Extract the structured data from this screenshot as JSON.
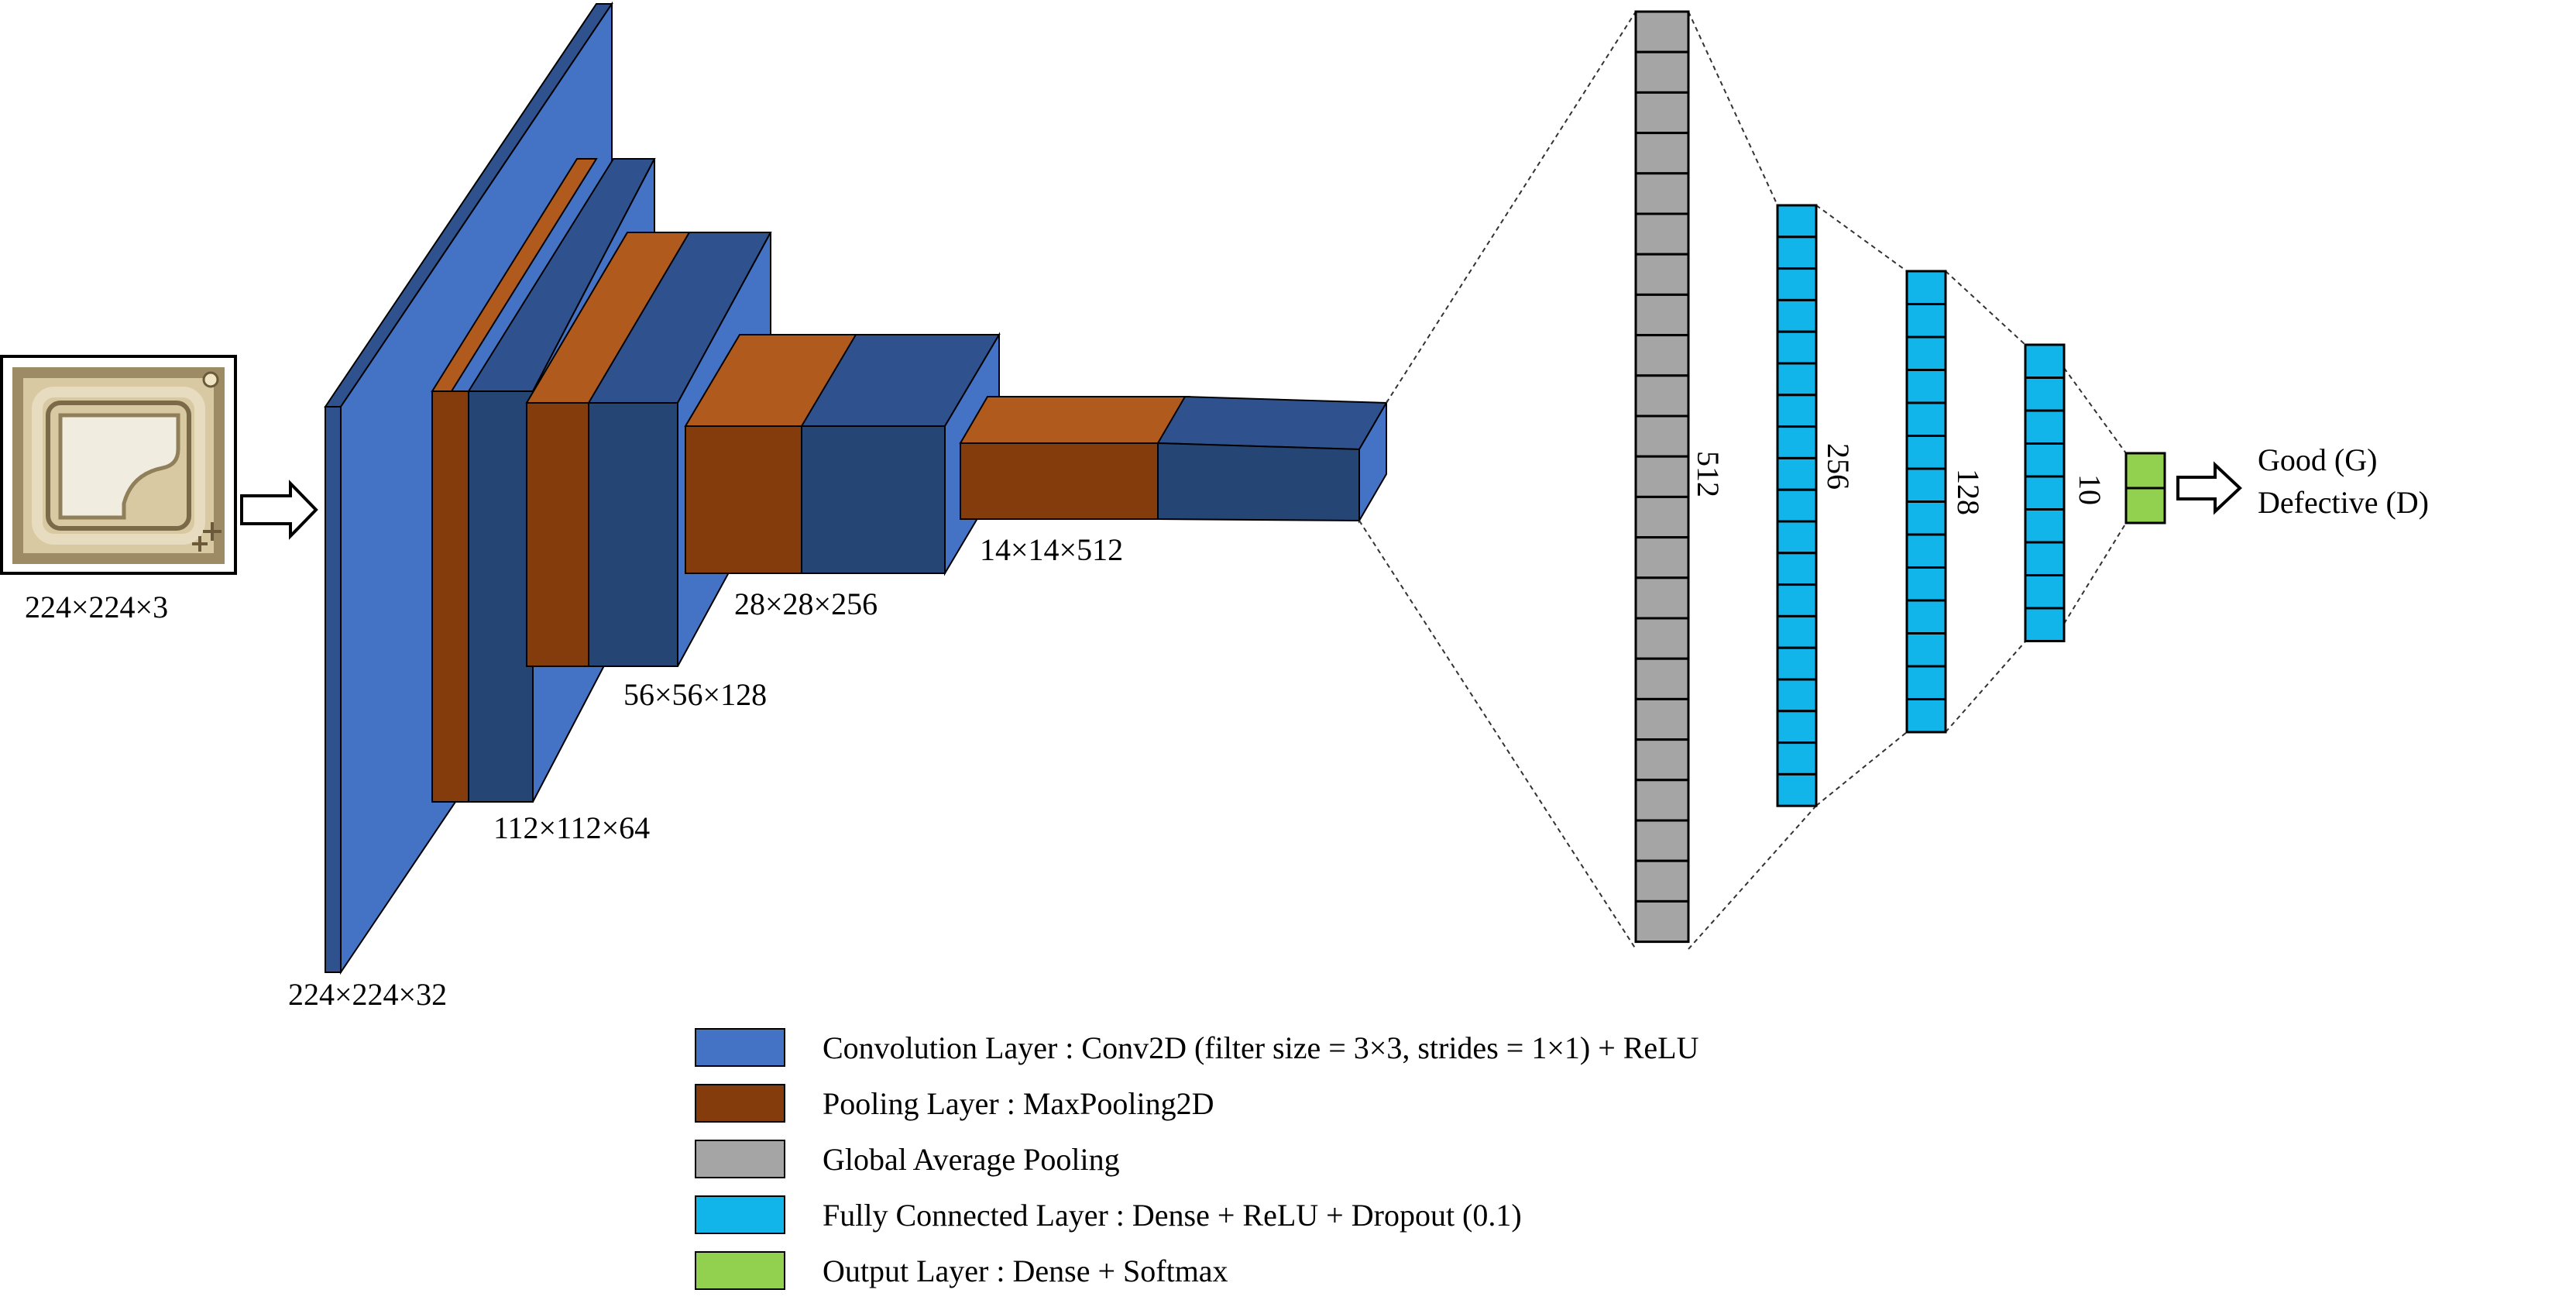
{
  "colors": {
    "conv": "#4472c4",
    "conv_dark": "#2f528f",
    "conv_darker": "#254575",
    "pool": "#b05a1e",
    "pool_dark": "#843c0c",
    "gap": "#a5a5a5",
    "fc": "#12b5ea",
    "output": "#92d050"
  },
  "input_label": "224×224×3",
  "shape_labels": [
    "224×224×32",
    "112×112×64",
    "56×56×128",
    "28×28×256",
    "14×14×512"
  ],
  "dense_labels": [
    "512",
    "256",
    "128",
    "10"
  ],
  "outputs": [
    "Good (G)",
    "Defective (D)"
  ],
  "legend": [
    {
      "key": "conv",
      "text": "Convolution Layer : Conv2D (filter size = 3×3, strides = 1×1) + ReLU"
    },
    {
      "key": "pool",
      "text": "Pooling Layer : MaxPooling2D"
    },
    {
      "key": "gap",
      "text": "Global Average Pooling"
    },
    {
      "key": "fc",
      "text": "Fully Connected Layer : Dense + ReLU + Dropout (0.1)"
    },
    {
      "key": "output",
      "text": "Output Layer : Dense + Softmax"
    }
  ]
}
